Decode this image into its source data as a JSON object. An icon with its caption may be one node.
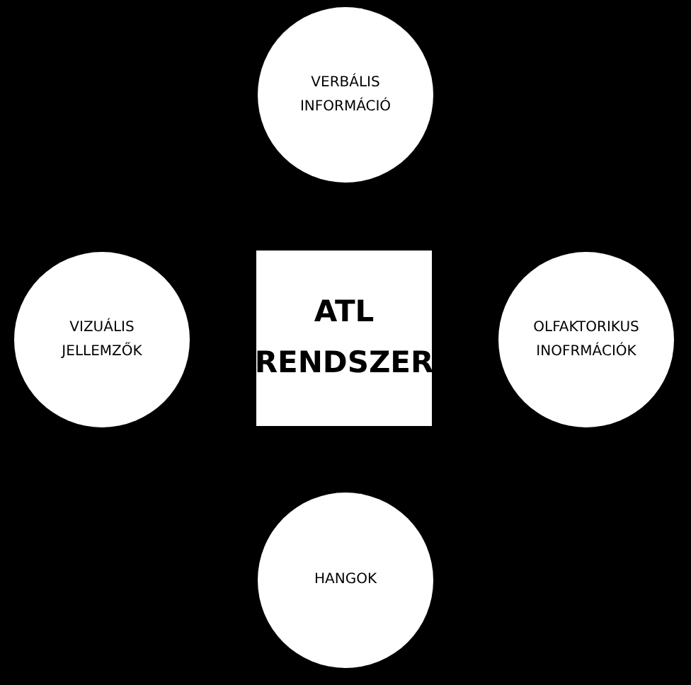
{
  "diagram": {
    "nodes": [
      {
        "text": [
          "VERBÁLIS INFORMÁCIÓ"
        ]
      },
      {
        "text": [
          "VIZUÁLIS JELLEMZŐK"
        ]
      },
      {
        "text": [
          "ATL RENDSZER"
        ]
      },
      {
        "text": [
          "OLFAKTORIKUS INOFRMÁCIÓK"
        ]
      },
      {
        "text": [
          "HANGOK"
        ]
      }
    ],
    "edges": []
  }
}
